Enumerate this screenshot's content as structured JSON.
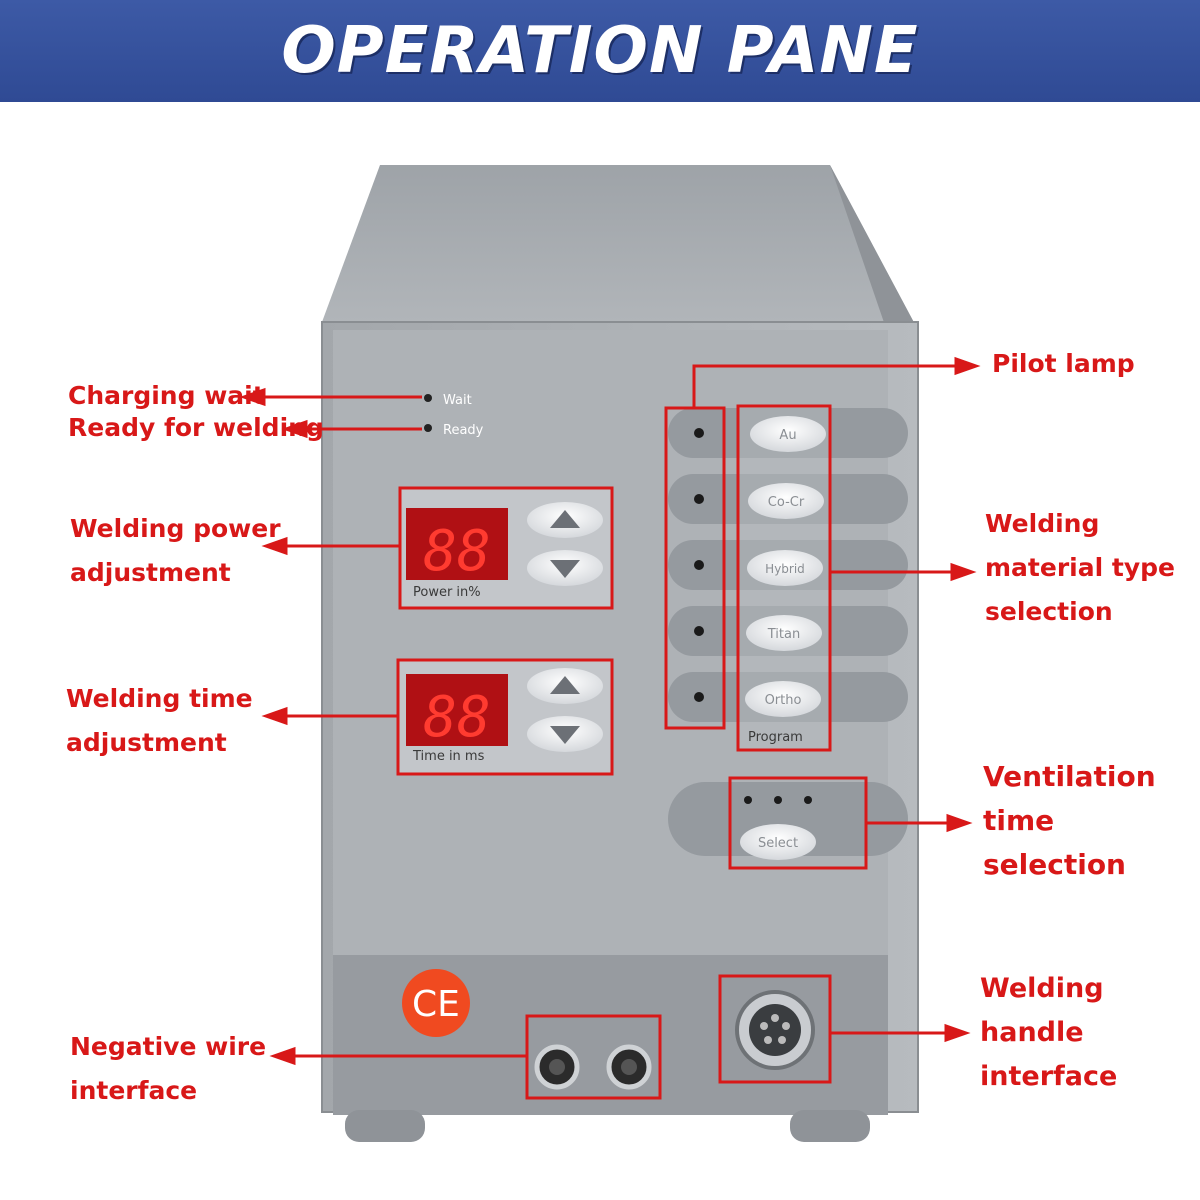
{
  "banner": {
    "title": "OPERATION PANE"
  },
  "indicators": {
    "wait": "Wait",
    "ready": "Ready"
  },
  "power_display": {
    "digits": "88",
    "caption": "Power in%"
  },
  "time_display": {
    "digits": "88",
    "caption": "Time in ms"
  },
  "program": {
    "buttons": [
      "Au",
      "Co-Cr",
      "Hybrid",
      "Titan",
      "Ortho"
    ],
    "caption": "Program"
  },
  "ventilation": {
    "button": "Select"
  },
  "ce_mark": "CE",
  "callouts": {
    "charging_wait": "Charging wait",
    "ready_for_welding": "Ready for welding",
    "welding_power": [
      "Welding power",
      "adjustment"
    ],
    "welding_time": [
      "Welding time",
      "adjustment"
    ],
    "pilot_lamp": "Pilot lamp",
    "material_type": [
      "Welding",
      "material type",
      "selection"
    ],
    "ventilation_time": [
      "Ventilation",
      "time",
      "selection"
    ],
    "handle_interface": [
      "Welding",
      "handle",
      "interface"
    ],
    "negative_wire": [
      "Negative wire",
      "interface"
    ]
  },
  "colors": {
    "banner": "#2f4a94",
    "callout": "#d81818",
    "panel": "#a9adb1",
    "display_bg": "#c8141a",
    "ce_badge": "#f04a20"
  }
}
